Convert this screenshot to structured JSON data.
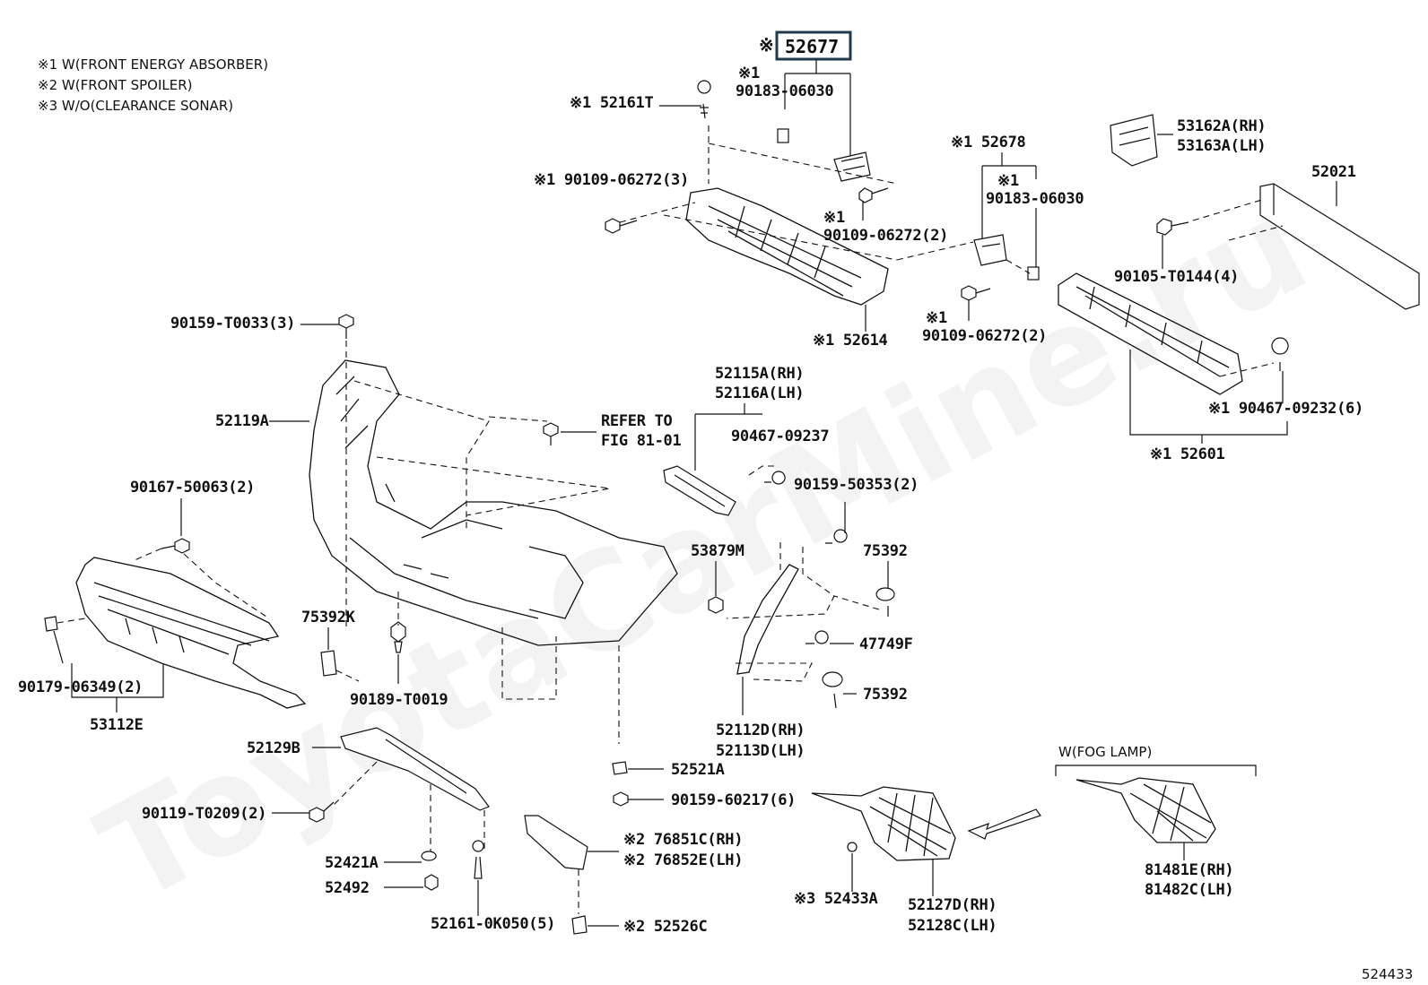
{
  "legend": [
    "※1 W(FRONT ENERGY ABSORBER)",
    "※2 W(FRONT SPOILER)",
    "※3 W/O(CLEARANCE SONAR)"
  ],
  "watermark": "ToyotaCarMine.ru",
  "diagram_number": "524433",
  "refer": [
    "REFER TO",
    "FIG 81-01"
  ],
  "fog_lamp_label": "W(FOG LAMP)",
  "highlight_part": {
    "mark": "※",
    "number": "52677"
  },
  "labels": {
    "p52161T": "※1 52161T",
    "p90183_06030_top_mark": "※1",
    "p90183_06030_top": "90183-06030",
    "p90109_06272_3": "※1 90109-06272(3)",
    "p90109_06272_2a_mark": "※1",
    "p90109_06272_2a": "90109-06272(2)",
    "p52614": "※1 52614",
    "p52678": "※1 52678",
    "p90183_06030_b_mark": "※1",
    "p90183_06030_b": "90183-06030",
    "p90109_06272_2b_mark": "※1",
    "p90109_06272_2b": "90109-06272(2)",
    "p53162A": "53162A(RH)",
    "p53163A": "53163A(LH)",
    "p52021": "52021",
    "p90105": "90105-T0144(4)",
    "p90467_09232": "※1 90467-09232(6)",
    "p52601": "※1 52601",
    "p90159_T0033": "90159-T0033(3)",
    "p52119A": "52119A",
    "p52115A": "52115A(RH)",
    "p52116A": "52116A(LH)",
    "p90467_09237": "90467-09237",
    "p90159_50353": "90159-50353(2)",
    "p90167": "90167-50063(2)",
    "p53879M": "53879M",
    "p75392_a": "75392",
    "p75392K": "75392K",
    "p47749F": "47749F",
    "p75392_b": "75392",
    "p90179": "90179-06349(2)",
    "p90189": "90189-T0019",
    "p53112E": "53112E",
    "p52112D": "52112D(RH)",
    "p52113D": "52113D(LH)",
    "p52129B": "52129B",
    "p52521A": "52521A",
    "p90159_60217": "90159-60217(6)",
    "p90119": "90119-T0209(2)",
    "p76851C": "※2 76851C(RH)",
    "p76852E": "※2 76852E(LH)",
    "p52421A": "52421A",
    "p52492": "52492",
    "p52161_0K050": "52161-0K050(5)",
    "p52526C": "※2 52526C",
    "p52433A": "※3 52433A",
    "p52127D": "52127D(RH)",
    "p52128C": "52128C(LH)",
    "p81481E": "81481E(RH)",
    "p81482C": "81482C(LH)"
  }
}
